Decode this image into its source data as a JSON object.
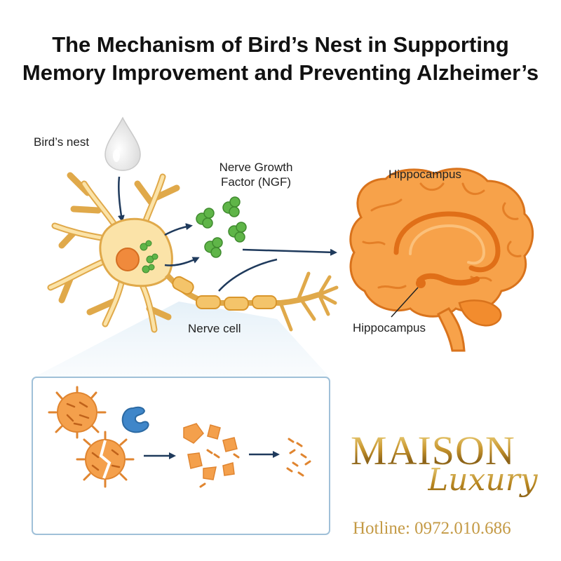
{
  "title": {
    "line1": "The Mechanism of Bird’s Nest in Supporting",
    "line2": "Memory Improvement and Preventing Alzheimer’s"
  },
  "labels": {
    "birds_nest": "Bird’s nest",
    "ngf_line1": "Nerve Growth",
    "ngf_line2": "Factor (NGF)",
    "hippocampus_top": "Hippocampus",
    "nerve_cell": "Nerve cell",
    "hippocampus_pointer": "Hippocampus"
  },
  "brand": {
    "name": "MAISON",
    "script": "Luxury",
    "hotline": "Hotline: 0972.010.686"
  },
  "colors": {
    "neuron_fill": "#fbe3a8",
    "neuron_stroke": "#e0a94a",
    "nucleus": "#f08a3c",
    "ngf_green": "#5fb548",
    "brain_orange": "#f7a24a",
    "brain_stroke": "#d9731c",
    "arrow_navy": "#1f3a5c",
    "panel_border": "#9fc0d8",
    "debris_orange": "#f29a4a",
    "enzyme_blue": "#3f86c9",
    "gold": "#c49a45"
  }
}
